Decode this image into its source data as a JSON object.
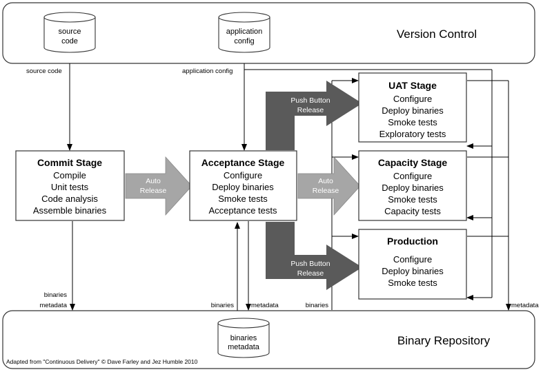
{
  "version_control": {
    "title": "Version Control",
    "source_code_db": [
      "source",
      "code"
    ],
    "app_config_db": [
      "application",
      "config"
    ]
  },
  "flow_labels": {
    "source_code": "source code",
    "application_config": "application config",
    "binaries_metadata_left": [
      "binaries",
      "metadata"
    ],
    "binaries_a": "binaries",
    "metadata_a": "metadata",
    "binaries_b": "binaries",
    "metadata_right": "metadata"
  },
  "stages": {
    "commit": {
      "title": "Commit Stage",
      "items": [
        "Compile",
        "Unit tests",
        "Code analysis",
        "Assemble binaries"
      ]
    },
    "acceptance": {
      "title": "Acceptance Stage",
      "items": [
        "Configure",
        "Deploy binaries",
        "Smoke tests",
        "Acceptance tests"
      ]
    },
    "uat": {
      "title": "UAT Stage",
      "items": [
        "Configure",
        "Deploy binaries",
        "Smoke tests",
        "Exploratory tests"
      ]
    },
    "capacity": {
      "title": "Capacity Stage",
      "items": [
        "Configure",
        "Deploy binaries",
        "Smoke tests",
        "Capacity tests"
      ]
    },
    "production": {
      "title": "Production",
      "items": [
        "Configure",
        "Deploy binaries",
        "Smoke tests"
      ]
    }
  },
  "arrows": {
    "auto_release_1": [
      "Auto",
      "Release"
    ],
    "auto_release_2": [
      "Auto",
      "Release"
    ],
    "push_button_uat": [
      "Push Button",
      "Release"
    ],
    "push_button_prod": [
      "Push Button",
      "Release"
    ]
  },
  "binary_repository": {
    "title": "Binary Repository",
    "db": [
      "binaries",
      "metadata"
    ]
  },
  "credit": "Adapted from \"Continuous Delivery\" © Dave Farley and Jez Humble 2010",
  "colors": {
    "light_arrow": "#a6a6a6",
    "dark_arrow": "#5a5a5a",
    "line": "#000000",
    "box_border": "#333333"
  }
}
